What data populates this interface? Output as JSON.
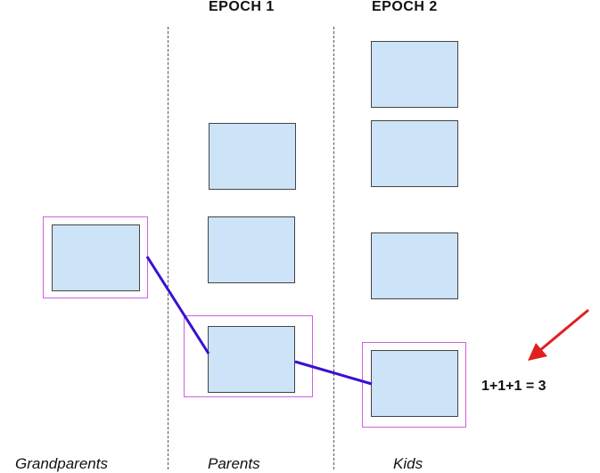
{
  "header": {
    "epoch1": "EPOCH 1",
    "epoch2": "EPOCH 2"
  },
  "columns": {
    "grandparents": "Grandparents",
    "parents": "Parents",
    "kids": "Kids"
  },
  "annotation": {
    "equation": "1+1+1 = 3"
  },
  "colors": {
    "box_fill": "#cde3f7",
    "box_border": "#444444",
    "highlight": "#d060e0",
    "lineage_line": "#3a10d0",
    "arrow": "#e02020",
    "divider": "#555555"
  }
}
